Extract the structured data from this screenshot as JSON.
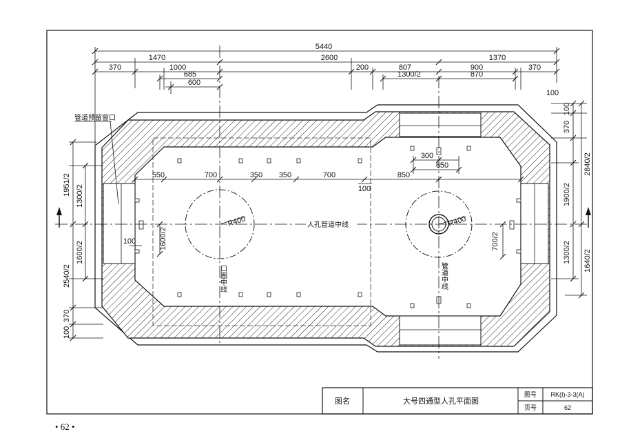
{
  "drawing": {
    "dims_top": {
      "total": "5440",
      "seg_left": "1470",
      "seg_mid": "2600",
      "seg_right": "1370",
      "d370_left": "370",
      "d1000": "1000",
      "d685": "685",
      "d600": "600",
      "d200": "200",
      "d807": "807",
      "d900": "900",
      "d370_right": "370",
      "d1300_2": "1300/2",
      "d870": "870",
      "d100": "100"
    },
    "dims_inner": {
      "d550": "550",
      "d700a": "700",
      "d350a": "350",
      "d350b": "350",
      "d700b": "700",
      "d850": "850",
      "d100": "100",
      "d300": "300",
      "d650": "650",
      "d1600_2_inner": "1600/2",
      "d100_inner": "100",
      "d700_2": "700/2",
      "r_left": "R400",
      "r_right": "R400"
    },
    "dims_left": {
      "d1951_2": "1951/2",
      "d1300_2": "1300/2",
      "d1600_2": "1600/2",
      "d2540_2": "2540/2",
      "d370": "370",
      "d100": "100"
    },
    "dims_right": {
      "d100": "100",
      "d370": "370",
      "d2840_2": "2840/2",
      "d1900_2": "1900/2",
      "d1300_2": "1300/2",
      "d1640_2": "1640/2"
    },
    "labels": {
      "pipe_window": "管道预留窗口",
      "centerline": "人孔管道中线",
      "left_vertical": "口圈中线",
      "right_vertical": "管道中线"
    }
  },
  "title_block": {
    "name_label": "图名",
    "title": "大号四通型人孔平面图",
    "drawing_no_label": "图号",
    "drawing_no": "RK(I)-3-3(A)",
    "page_label": "页号",
    "page_no": "62"
  },
  "page_number": "• 62 •"
}
